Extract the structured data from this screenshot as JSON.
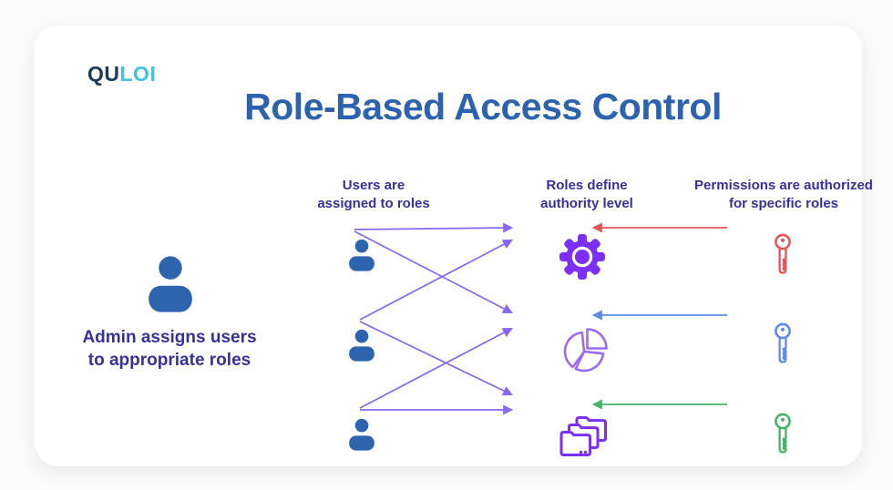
{
  "logo": {
    "part1": "QU",
    "part2": "LOI"
  },
  "title": "Role-Based Access Control",
  "columns": {
    "users_label": "Users are\nassigned to roles",
    "roles_label": "Roles define\nauthority level",
    "permissions_label": "Permissions are authorized\nfor specific roles"
  },
  "admin": {
    "label": "Admin assigns users\nto appropriate roles",
    "icon": "person-icon"
  },
  "users": [
    {
      "id": "user-1",
      "icon": "person-icon"
    },
    {
      "id": "user-2",
      "icon": "person-icon"
    },
    {
      "id": "user-3",
      "icon": "person-icon"
    }
  ],
  "roles": [
    {
      "id": "role-1",
      "icon": "gear-icon"
    },
    {
      "id": "role-2",
      "icon": "pie-chart-icon"
    },
    {
      "id": "role-3",
      "icon": "folders-icon"
    }
  ],
  "permissions": [
    {
      "id": "key-1",
      "icon": "key-icon",
      "color": "#e65555"
    },
    {
      "id": "key-2",
      "icon": "key-icon",
      "color": "#5d8be8"
    },
    {
      "id": "key-3",
      "icon": "key-icon",
      "color": "#45b169"
    }
  ],
  "assignments": [
    {
      "from": "user-1",
      "to": "role-1"
    },
    {
      "from": "user-1",
      "to": "role-2"
    },
    {
      "from": "user-2",
      "to": "role-1"
    },
    {
      "from": "user-2",
      "to": "role-3"
    },
    {
      "from": "user-3",
      "to": "role-2"
    },
    {
      "from": "user-3",
      "to": "role-3"
    }
  ],
  "authorizations": [
    {
      "from": "key-1",
      "to": "role-1",
      "color": "#e65555"
    },
    {
      "from": "key-2",
      "to": "role-2",
      "color": "#5d8be8"
    },
    {
      "from": "key-3",
      "to": "role-3",
      "color": "#45b169"
    }
  ],
  "colors": {
    "title": "#2d62ae",
    "logo_primary": "#1a3a63",
    "logo_secondary": "#41c4e1",
    "label_text": "#38309b",
    "person": "#2e63ad",
    "assignment_arrow": "#8767ef",
    "role_icon": "#7c2ff5",
    "pie_icon": "#9b6cf3",
    "key_red": "#e65555",
    "key_blue": "#5d8be8",
    "key_green": "#45b169",
    "card_bg": "#ffffff",
    "page_bg": "#fbfbfb"
  }
}
